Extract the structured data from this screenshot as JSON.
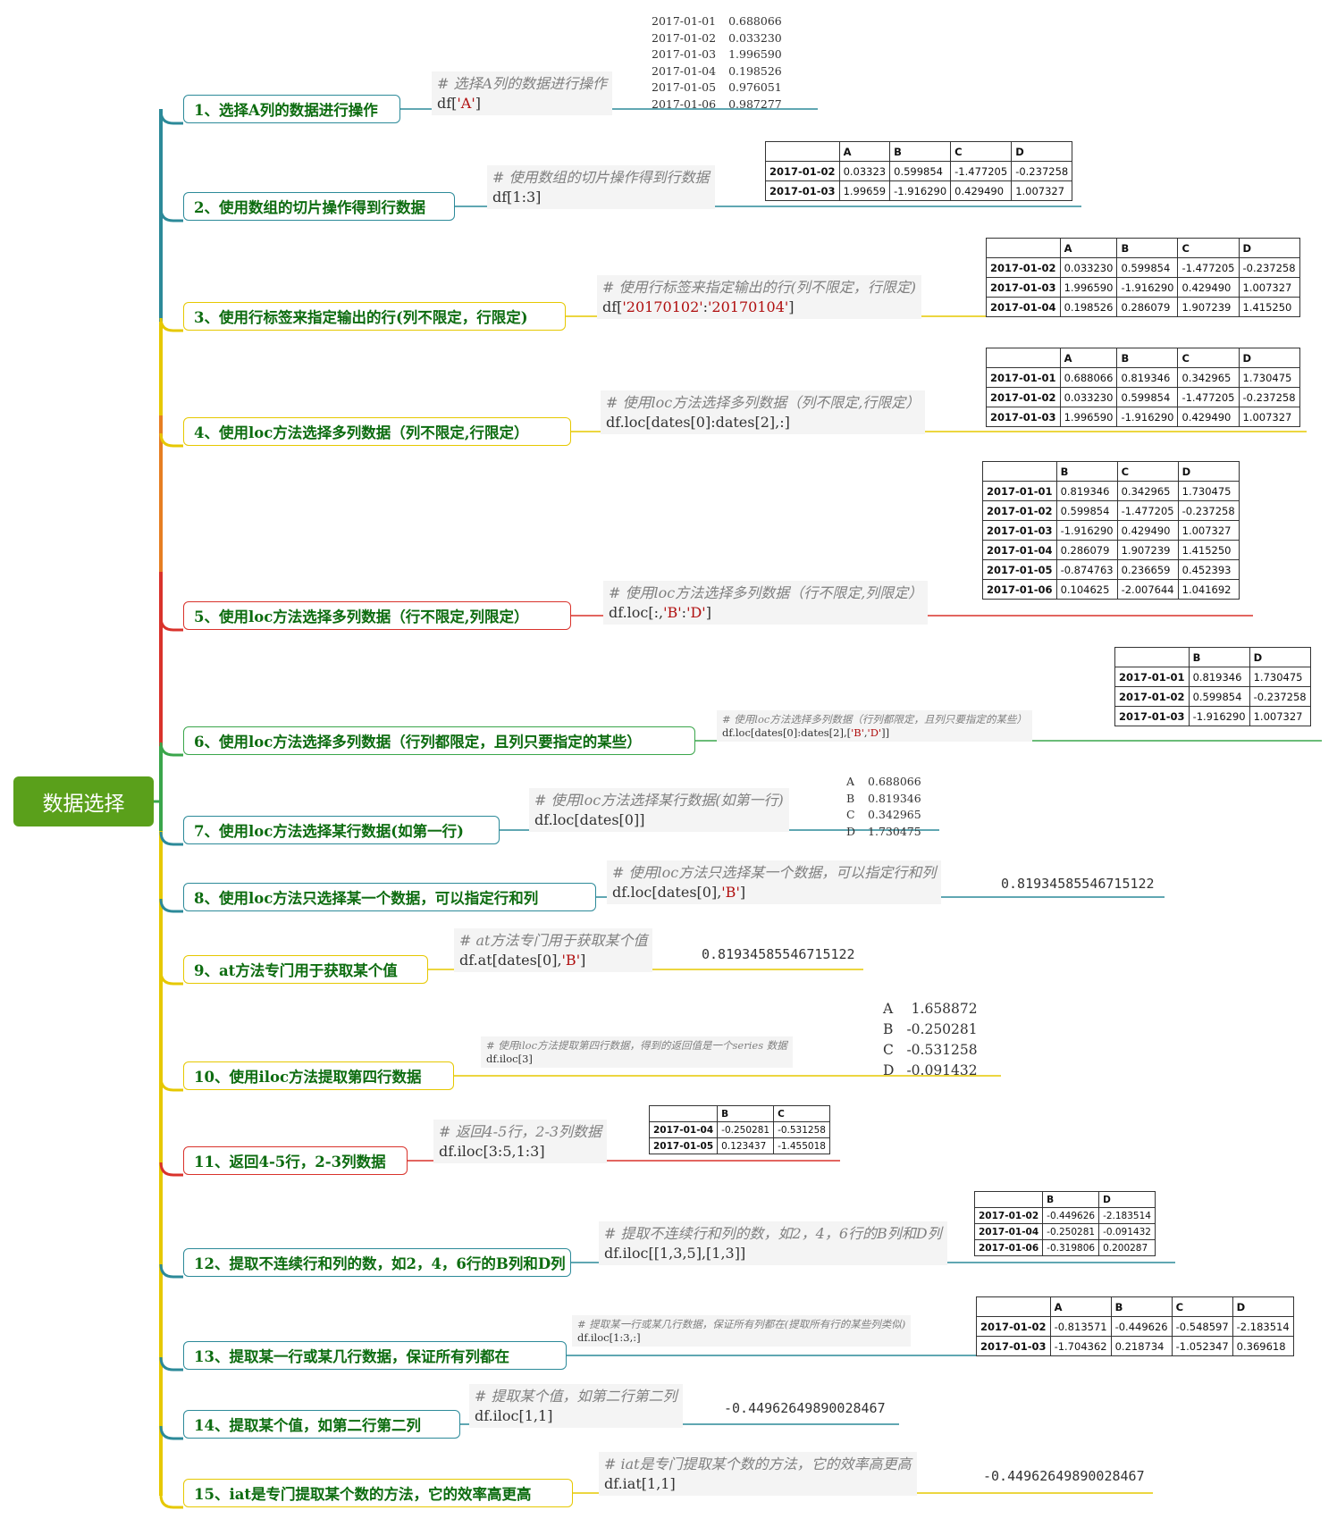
{
  "root": {
    "label": "数据选择"
  },
  "colors": {
    "root": "#5aa01b",
    "teal": "#2c8a99",
    "yellow": "#e6c800",
    "orange": "#e67e22",
    "red": "#d9322b",
    "green": "#3aa64b",
    "text_green": "#0d6c10"
  },
  "branches": [
    {
      "label": "1、选择A列的数据进行操作",
      "comment": "# 选择A列的数据进行操作",
      "code": "df['A']",
      "result": {
        "type": "series",
        "rows": [
          [
            "2017-01-01",
            "0.688066"
          ],
          [
            "2017-01-02",
            "0.033230"
          ],
          [
            "2017-01-03",
            "1.996590"
          ],
          [
            "2017-01-04",
            "0.198526"
          ],
          [
            "2017-01-05",
            "0.976051"
          ],
          [
            "2017-01-06",
            "0.987277"
          ]
        ]
      }
    },
    {
      "label": "2、使用数组的切片操作得到行数据",
      "comment": "# 使用数组的切片操作得到行数据",
      "code": "df[1:3]",
      "result": {
        "type": "table",
        "columns": [
          "",
          "A",
          "B",
          "C",
          "D"
        ],
        "rows": [
          [
            "2017-01-02",
            "0.03323",
            "0.599854",
            "-1.477205",
            "-0.237258"
          ],
          [
            "2017-01-03",
            "1.99659",
            "-1.916290",
            "0.429490",
            "1.007327"
          ]
        ]
      }
    },
    {
      "label": "3、使用行标签来指定输出的行(列不限定，行限定)",
      "comment": "# 使用行标签来指定输出的行(列不限定，行限定)",
      "code": "df['20170102':'20170104']",
      "result": {
        "type": "table",
        "columns": [
          "",
          "A",
          "B",
          "C",
          "D"
        ],
        "rows": [
          [
            "2017-01-02",
            "0.033230",
            "0.599854",
            "-1.477205",
            "-0.237258"
          ],
          [
            "2017-01-03",
            "1.996590",
            "-1.916290",
            "0.429490",
            "1.007327"
          ],
          [
            "2017-01-04",
            "0.198526",
            "0.286079",
            "1.907239",
            "1.415250"
          ]
        ]
      }
    },
    {
      "label": "4、使用loc方法选择多列数据（列不限定,行限定）",
      "comment": "# 使用loc方法选择多列数据（列不限定,行限定）",
      "code": "df.loc[dates[0]:dates[2],:]",
      "result": {
        "type": "table",
        "columns": [
          "",
          "A",
          "B",
          "C",
          "D"
        ],
        "rows": [
          [
            "2017-01-01",
            "0.688066",
            "0.819346",
            "0.342965",
            "1.730475"
          ],
          [
            "2017-01-02",
            "0.033230",
            "0.599854",
            "-1.477205",
            "-0.237258"
          ],
          [
            "2017-01-03",
            "1.996590",
            "-1.916290",
            "0.429490",
            "1.007327"
          ]
        ]
      }
    },
    {
      "label": "5、使用loc方法选择多列数据（行不限定,列限定）",
      "comment": "# 使用loc方法选择多列数据（行不限定,列限定）",
      "code": "df.loc[:,'B':'D']",
      "result": {
        "type": "table",
        "columns": [
          "",
          "B",
          "C",
          "D"
        ],
        "rows": [
          [
            "2017-01-01",
            "0.819346",
            "0.342965",
            "1.730475"
          ],
          [
            "2017-01-02",
            "0.599854",
            "-1.477205",
            "-0.237258"
          ],
          [
            "2017-01-03",
            "-1.916290",
            "0.429490",
            "1.007327"
          ],
          [
            "2017-01-04",
            "0.286079",
            "1.907239",
            "1.415250"
          ],
          [
            "2017-01-05",
            "-0.874763",
            "0.236659",
            "0.452393"
          ],
          [
            "2017-01-06",
            "0.104625",
            "-2.007644",
            "1.041692"
          ]
        ]
      }
    },
    {
      "label": "6、使用loc方法选择多列数据（行列都限定，且列只要指定的某些）",
      "comment": "# 使用loc方法选择多列数据（行列都限定，且列只要指定的某些）",
      "code": "df.loc[dates[0]:dates[2],['B','D']]",
      "result": {
        "type": "table",
        "columns": [
          "",
          "B",
          "D"
        ],
        "rows": [
          [
            "2017-01-01",
            "0.819346",
            "1.730475"
          ],
          [
            "2017-01-02",
            "0.599854",
            "-0.237258"
          ],
          [
            "2017-01-03",
            "-1.916290",
            "1.007327"
          ]
        ]
      }
    },
    {
      "label": "7、使用loc方法选择某行数据(如第一行)",
      "comment": "# 使用loc方法选择某行数据(如第一行)",
      "code": "df.loc[dates[0]]",
      "result": {
        "type": "series",
        "rows": [
          [
            "A",
            "0.688066"
          ],
          [
            "B",
            "0.819346"
          ],
          [
            "C",
            "0.342965"
          ],
          [
            "D",
            "1.730475"
          ]
        ]
      }
    },
    {
      "label": "8、使用loc方法只选择某一个数据，可以指定行和列",
      "comment": "# 使用loc方法只选择某一个数据，可以指定行和列",
      "code": "df.loc[dates[0],'B']",
      "result": {
        "type": "value",
        "value": "0.81934585546715122"
      }
    },
    {
      "label": "9、at方法专门用于获取某个值",
      "comment": "# at方法专门用于获取某个值",
      "code": "df.at[dates[0],'B']",
      "result": {
        "type": "value",
        "value": "0.81934585546715122"
      }
    },
    {
      "label": "10、使用iloc方法提取第四行数据",
      "comment": "# 使用iloc方法提取第四行数据，得到的返回值是一个series 数据",
      "code": "df.iloc[3]",
      "result": {
        "type": "series",
        "rows": [
          [
            "A",
            "1.658872"
          ],
          [
            "B",
            "-0.250281"
          ],
          [
            "C",
            "-0.531258"
          ],
          [
            "D",
            "-0.091432"
          ]
        ]
      }
    },
    {
      "label": "11、返回4-5行，2-3列数据",
      "comment": "# 返回4-5行，2-3列数据",
      "code": "df.iloc[3:5,1:3]",
      "result": {
        "type": "table",
        "columns": [
          "",
          "B",
          "C"
        ],
        "rows": [
          [
            "2017-01-04",
            "-0.250281",
            "-0.531258"
          ],
          [
            "2017-01-05",
            "0.123437",
            "-1.455018"
          ]
        ]
      }
    },
    {
      "label": "12、提取不连续行和列的数，如2，4，6行的B列和D列",
      "comment": "# 提取不连续行和列的数，如2，4，6行的B列和D列",
      "code": "df.iloc[[1,3,5],[1,3]]",
      "result": {
        "type": "table",
        "columns": [
          "",
          "B",
          "D"
        ],
        "rows": [
          [
            "2017-01-02",
            "-0.449626",
            "-2.183514"
          ],
          [
            "2017-01-04",
            "-0.250281",
            "-0.091432"
          ],
          [
            "2017-01-06",
            "-0.319806",
            "0.200287"
          ]
        ]
      }
    },
    {
      "label": "13、提取某一行或某几行数据，保证所有列都在",
      "comment": "# 提取某一行或某几行数据，保证所有列都在(提取所有行的某些列类似)",
      "code": "df.iloc[1:3,:]",
      "result": {
        "type": "table",
        "columns": [
          "",
          "A",
          "B",
          "C",
          "D"
        ],
        "rows": [
          [
            "2017-01-02",
            "-0.813571",
            "-0.449626",
            "-0.548597",
            "-2.183514"
          ],
          [
            "2017-01-03",
            "-1.704362",
            "0.218734",
            "-1.052347",
            "0.369618"
          ]
        ]
      }
    },
    {
      "label": "14、提取某个值，如第二行第二列",
      "comment": "# 提取某个值，如第二行第二列",
      "code": "df.iloc[1,1]",
      "result": {
        "type": "value",
        "value": "-0.44962649890028467"
      }
    },
    {
      "label": "15、iat是专门提取某个数的方法，它的效率高更高",
      "comment": "# iat是专门提取某个数的方法，它的效率高更高",
      "code": "df.iat[1,1]",
      "result": {
        "type": "value",
        "value": "-0.44962649890028467"
      }
    }
  ]
}
